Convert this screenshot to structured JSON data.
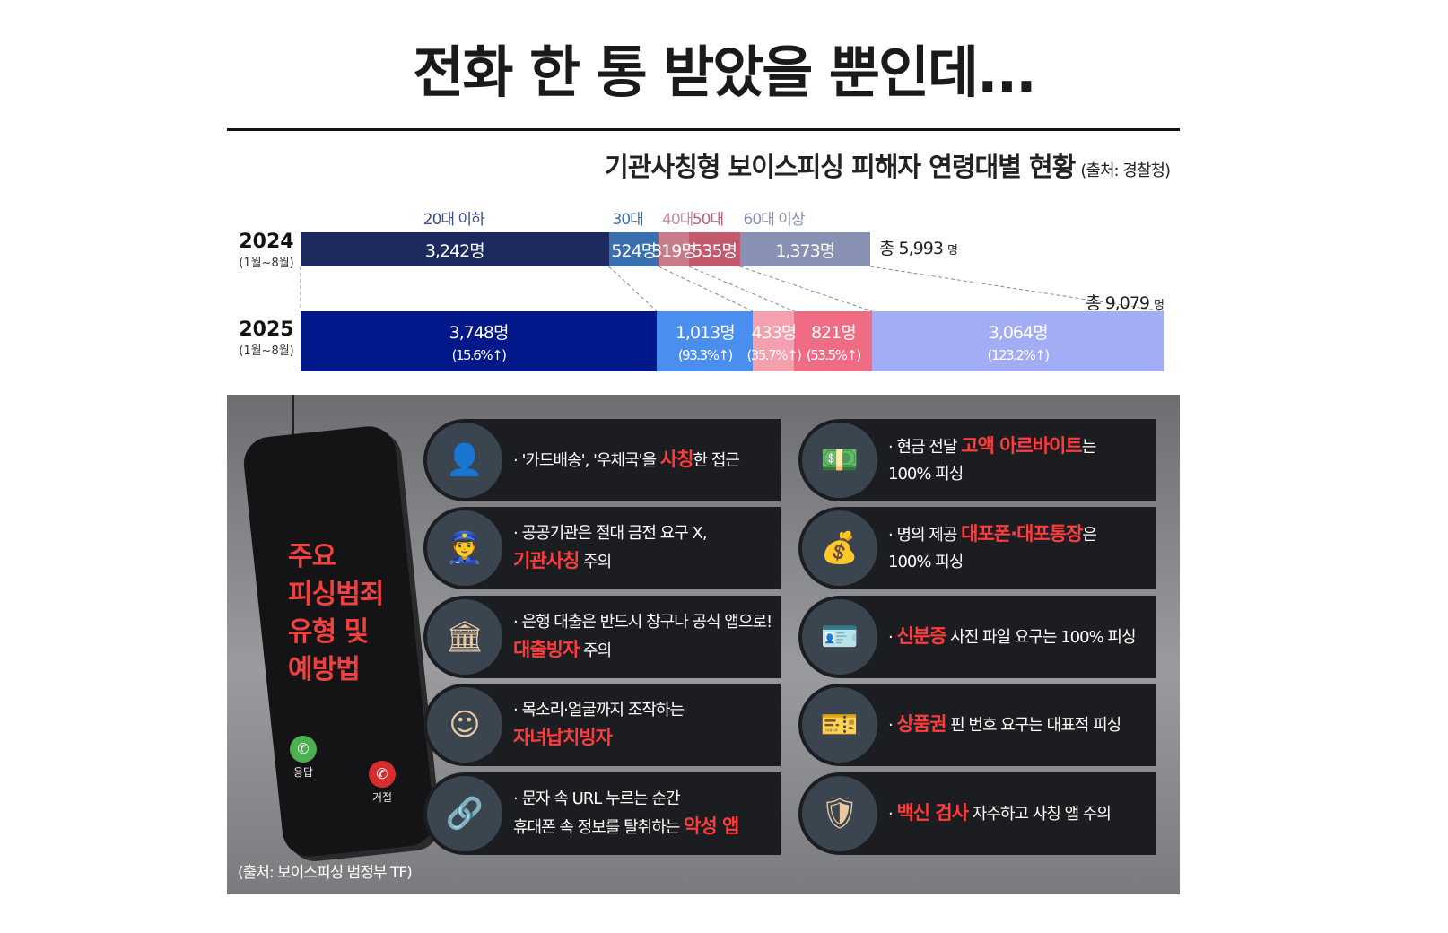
{
  "title": "전화 한 통 받았을 뿐인데...",
  "subtitle": "기관사칭형 보이스피싱 피해자 연령대별 현황",
  "subtitle_source": "(출처: 경찰청)",
  "chart_data": {
    "type": "bar",
    "orientation": "horizontal",
    "stacked": true,
    "title": "기관사칭형 보이스피싱 피해자 연령대별 현황",
    "categories": [
      "20대 이하",
      "30대",
      "40대",
      "50대",
      "60대 이상"
    ],
    "category_colors": [
      "#3a4a8a",
      "#3a6fae",
      "#d08a96",
      "#c25a6e",
      "#8890b4"
    ],
    "rows": [
      {
        "year": "2024",
        "period": "(1월~8월)",
        "values": [
          3242,
          524,
          319,
          535,
          1373
        ],
        "labels": [
          "3,242명",
          "524명",
          "319명",
          "535명",
          "1,373명"
        ],
        "total_label": "총 5,993",
        "total_unit": "명",
        "colors": [
          "#1c2a5e",
          "#3a6fae",
          "#c97b8a",
          "#c25a6e",
          "#8890b4"
        ]
      },
      {
        "year": "2025",
        "period": "(1월~8월)",
        "values": [
          3748,
          1013,
          433,
          821,
          3064
        ],
        "labels": [
          "3,748명",
          "1,013명",
          "433명",
          "821명",
          "3,064명"
        ],
        "changes": [
          "(15.6%↑)",
          "(93.3%↑)",
          "(35.7%↑)",
          "(53.5%↑)",
          "(123.2%↑)"
        ],
        "total_label": "총 9,079",
        "total_unit": "명",
        "colors": [
          "#00188a",
          "#4a8ff0",
          "#f4a0ae",
          "#f06b84",
          "#a3adf5"
        ]
      }
    ]
  },
  "panel": {
    "phone_title": [
      "주요",
      "피싱범죄",
      "유형 및",
      "예방법"
    ],
    "answer": "응답",
    "decline": "거절",
    "source": "(출처: 보이스피싱 범정부 TF)",
    "cards": [
      {
        "icon": "delivery-man-icon",
        "glyph": "👤",
        "lines": [
          [
            {
              "t": "· '카드배송', '우체국'을 "
            },
            {
              "t": "사칭",
              "hl": true
            },
            {
              "t": "한 접근"
            }
          ]
        ]
      },
      {
        "icon": "police-officer-icon",
        "glyph": "👮",
        "lines": [
          [
            {
              "t": "· 공공기관은 절대 금전 요구 X,"
            }
          ],
          [
            {
              "t": "기관사칭",
              "hl": true
            },
            {
              "t": " 주의"
            }
          ]
        ]
      },
      {
        "icon": "bank-icon",
        "glyph": "🏛",
        "lines": [
          [
            {
              "t": "· 은행 대출은 반드시 창구나 공식 앱으로!"
            }
          ],
          [
            {
              "t": "대출빙자",
              "hl": true
            },
            {
              "t": " 주의"
            }
          ]
        ]
      },
      {
        "icon": "child-phone-icon",
        "glyph": "☺",
        "lines": [
          [
            {
              "t": "· 목소리·얼굴까지 조작하는"
            }
          ],
          [
            {
              "t": "자녀납치빙자",
              "hl": true
            }
          ]
        ]
      },
      {
        "icon": "url-link-icon",
        "glyph": "🔗",
        "lines": [
          [
            {
              "t": "· 문자 속 URL 누르는 순간"
            }
          ],
          [
            {
              "t": "휴대폰 속 정보를 탈취하는 "
            },
            {
              "t": "악성 앱",
              "hl": true
            }
          ]
        ]
      },
      {
        "icon": "cash-bundle-icon",
        "glyph": "💵",
        "lines": [
          [
            {
              "t": "· 현금 전달 "
            },
            {
              "t": "고액 아르바이트",
              "hl": true
            },
            {
              "t": "는"
            }
          ],
          [
            {
              "t": "100% 피싱"
            }
          ]
        ]
      },
      {
        "icon": "phone-bankbook-icon",
        "glyph": "💰",
        "lines": [
          [
            {
              "t": "· 명의 제공 "
            },
            {
              "t": "대포폰·대포통장",
              "hl": true
            },
            {
              "t": "은"
            }
          ],
          [
            {
              "t": "100% 피싱"
            }
          ]
        ]
      },
      {
        "icon": "id-card-icon",
        "glyph": "🪪",
        "lines": [
          [
            {
              "t": "· "
            },
            {
              "t": "신분증",
              "hl": true
            },
            {
              "t": " 사진 파일 요구는 100% 피싱"
            }
          ]
        ]
      },
      {
        "icon": "gift-voucher-icon",
        "glyph": "🎫",
        "lines": [
          [
            {
              "t": "· "
            },
            {
              "t": "상품권",
              "hl": true
            },
            {
              "t": " 핀 번호 요구는 대표적 피싱"
            }
          ]
        ]
      },
      {
        "icon": "shield-lock-icon",
        "glyph": "🛡",
        "lines": [
          [
            {
              "t": "· "
            },
            {
              "t": "백신 검사",
              "hl": true
            },
            {
              "t": " 자주하고 사칭 앱 주의"
            }
          ]
        ]
      }
    ]
  }
}
